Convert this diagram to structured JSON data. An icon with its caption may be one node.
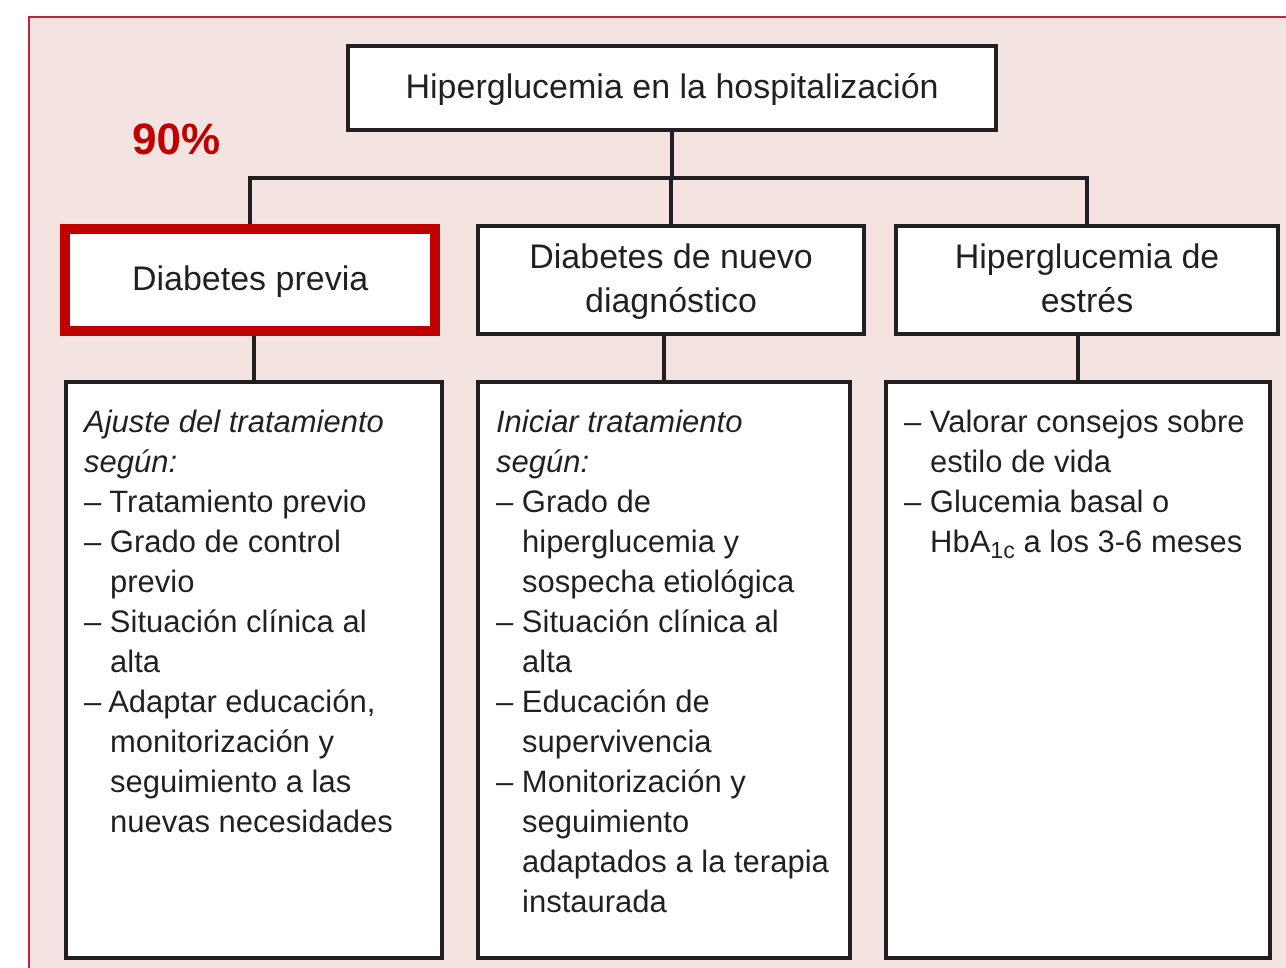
{
  "diagram": {
    "nodes": [
      {
        "text": [
          "Hiperglucemia en la hospitalización"
        ]
      },
      {
        "text": [
          "Diabetes previa"
        ]
      },
      {
        "text": [
          "Diabetes de nuevo diagnóstico"
        ]
      },
      {
        "text": [
          "Hiperglucemia de estrés"
        ]
      },
      {
        "text": [
          "Ajuste del tratamiento según:",
          "– Tratamiento previo",
          "– Grado de control previo",
          "– Situación clínica al alta",
          "– Adaptar educación, monitorización y seguimiento a las nuevas necesidades"
        ]
      },
      {
        "text": [
          "Iniciar tratamiento según:",
          "– Grado de hiperglucemia y sospecha etiológica",
          "– Situación clínica al alta",
          "– Educación de supervivencia",
          "– Monitorización y seguimiento adaptados a la terapia instaurada"
        ]
      },
      {
        "text": [
          "– Valorar consejos sobre estilo de vida",
          "– Glucemia basal o HbA$_{1c}$ a los 3-6 meses"
        ]
      }
    ],
    "edges": [
      {
        "from": 0,
        "to": 1,
        "arrow": "none"
      },
      {
        "from": 0,
        "to": 2,
        "arrow": "none"
      },
      {
        "from": 0,
        "to": 3,
        "arrow": "none"
      },
      {
        "from": 1,
        "to": 4,
        "arrow": "none"
      },
      {
        "from": 2,
        "to": 5,
        "arrow": "none"
      },
      {
        "from": 3,
        "to": 6,
        "arrow": "none"
      }
    ],
    "labels": [
      "90%"
    ]
  }
}
